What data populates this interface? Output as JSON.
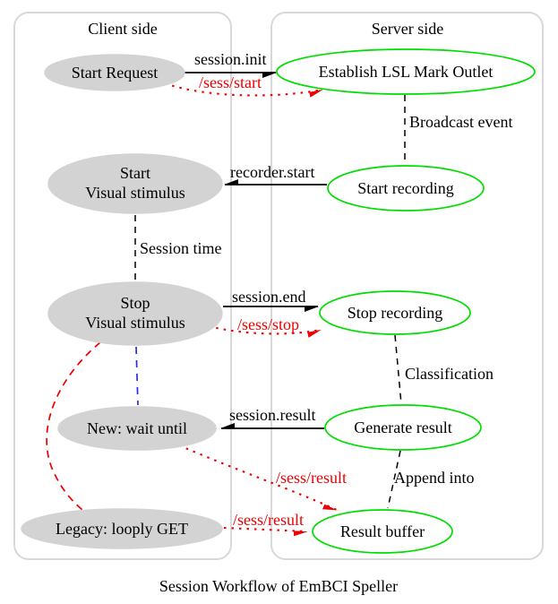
{
  "diagram_title": "Session Workflow of EmBCI Speller",
  "clusters": {
    "client": {
      "label": "Client side"
    },
    "server": {
      "label": "Server side"
    }
  },
  "nodes": {
    "start_request": {
      "label": "Start Request",
      "side": "client"
    },
    "start_visual": {
      "line1": "Start",
      "line2": "Visual stimulus",
      "side": "client"
    },
    "stop_visual": {
      "line1": "Stop",
      "line2": "Visual stimulus",
      "side": "client"
    },
    "new_wait": {
      "label": "New: wait until",
      "side": "client"
    },
    "legacy_get": {
      "label": "Legacy: looply GET",
      "side": "client"
    },
    "establish": {
      "label": "Establish LSL Mark Outlet",
      "side": "server"
    },
    "start_recording": {
      "label": "Start recording",
      "side": "server"
    },
    "stop_recording": {
      "label": "Stop recording",
      "side": "server"
    },
    "generate_result": {
      "label": "Generate result",
      "side": "server"
    },
    "result_buffer": {
      "label": "Result buffer",
      "side": "server"
    }
  },
  "edges": {
    "session_init": {
      "label": "session.init",
      "from": "start_request",
      "to": "establish",
      "style": "solid",
      "color": "black"
    },
    "sess_start": {
      "label": "/sess/start",
      "from": "start_request",
      "to": "establish",
      "style": "dotted",
      "color": "red"
    },
    "broadcast_event": {
      "label": "Broadcast event",
      "from": "establish",
      "to": "start_recording",
      "style": "dashed",
      "color": "black"
    },
    "recorder_start": {
      "label": "recorder.start",
      "from": "start_recording",
      "to": "start_visual",
      "style": "solid",
      "color": "black"
    },
    "session_time": {
      "label": "Session time",
      "from": "start_visual",
      "to": "stop_visual",
      "style": "dashed",
      "color": "black"
    },
    "session_end": {
      "label": "session.end",
      "from": "stop_visual",
      "to": "stop_recording",
      "style": "solid",
      "color": "black"
    },
    "sess_stop": {
      "label": "/sess/stop",
      "from": "stop_visual",
      "to": "stop_recording",
      "style": "dotted",
      "color": "red"
    },
    "classification": {
      "label": "Classification",
      "from": "stop_recording",
      "to": "generate_result",
      "style": "dashed",
      "color": "black"
    },
    "session_result": {
      "label": "session.result",
      "from": "generate_result",
      "to": "new_wait",
      "style": "solid",
      "color": "black"
    },
    "sess_result_new": {
      "label": "/sess/result",
      "from": "new_wait",
      "to": "result_buffer",
      "style": "dotted",
      "color": "red"
    },
    "append_into": {
      "label": "Append into",
      "from": "generate_result",
      "to": "result_buffer",
      "style": "dashed",
      "color": "black"
    },
    "sess_result_legacy": {
      "label": "/sess/result",
      "from": "legacy_get",
      "to": "result_buffer",
      "style": "dotted",
      "color": "red"
    },
    "stop_to_new": {
      "label": "",
      "from": "stop_visual",
      "to": "new_wait",
      "style": "dashed",
      "color": "blue"
    },
    "stop_to_legacy": {
      "label": "",
      "from": "stop_visual",
      "to": "legacy_get",
      "style": "dashed",
      "color": "red"
    }
  },
  "colors": {
    "client_node_fill": "#d3d3d3",
    "server_node_stroke": "#00dd00",
    "rest_api_red": "#ee0000",
    "alt_path_blue": "#2a2aee",
    "cluster_border": "#d8d8d8",
    "text": "#000000"
  }
}
